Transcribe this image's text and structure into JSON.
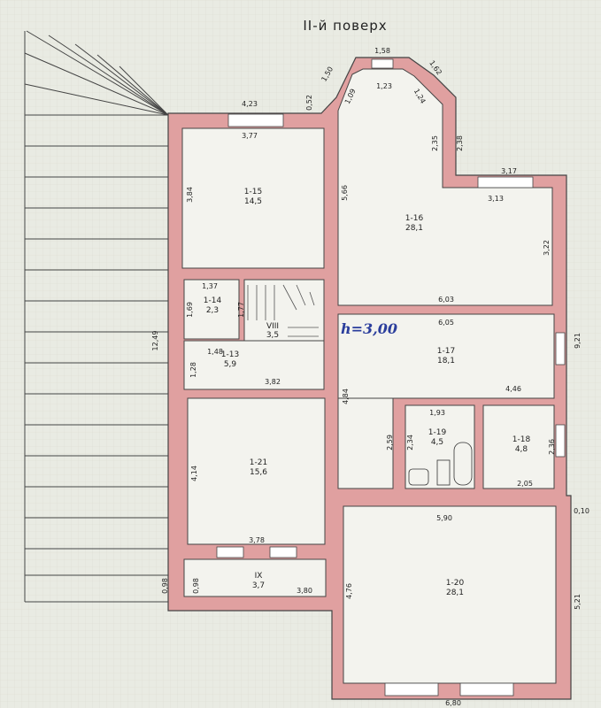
{
  "title": "II-й поверх",
  "height_note": "h=3,00",
  "rooms": [
    {
      "id": "room-15",
      "num": "1-15",
      "area": "14,5"
    },
    {
      "id": "room-16",
      "num": "1-16",
      "area": "28,1"
    },
    {
      "id": "room-14",
      "num": "1-14",
      "area": "2,3"
    },
    {
      "id": "room-viii",
      "num": "VIII",
      "area": "3,5"
    },
    {
      "id": "room-13",
      "num": "1-13",
      "area": "5,9"
    },
    {
      "id": "room-17",
      "num": "1-17",
      "area": "18,1"
    },
    {
      "id": "room-19",
      "num": "1-19",
      "area": "4,5"
    },
    {
      "id": "room-18",
      "num": "1-18",
      "area": "4,8"
    },
    {
      "id": "room-21",
      "num": "1-21",
      "area": "15,6"
    },
    {
      "id": "room-ix",
      "num": "IX",
      "area": "3,7"
    },
    {
      "id": "room-20",
      "num": "1-20",
      "area": "28,1"
    }
  ],
  "dimensions": [
    "4,23",
    "3,77",
    "3,84",
    "0,52",
    "1,50",
    "1,58",
    "1,62",
    "1,09",
    "1,23",
    "1,24",
    "2,35",
    "2,38",
    "5,66",
    "3,17",
    "3,13",
    "3,22",
    "1,37",
    "1,69",
    "1,77",
    "6,03",
    "6,05",
    "9,21",
    "12,49",
    "1,48",
    "1,28",
    "3,82",
    "4,84",
    "4,46",
    "1,93",
    "2,59",
    "2,34",
    "2,36",
    "2,05",
    "4,14",
    "0,10",
    "5,90",
    "3,78",
    "0,98",
    "0,98",
    "3,80",
    "4,76",
    "5,21",
    "6,80"
  ]
}
